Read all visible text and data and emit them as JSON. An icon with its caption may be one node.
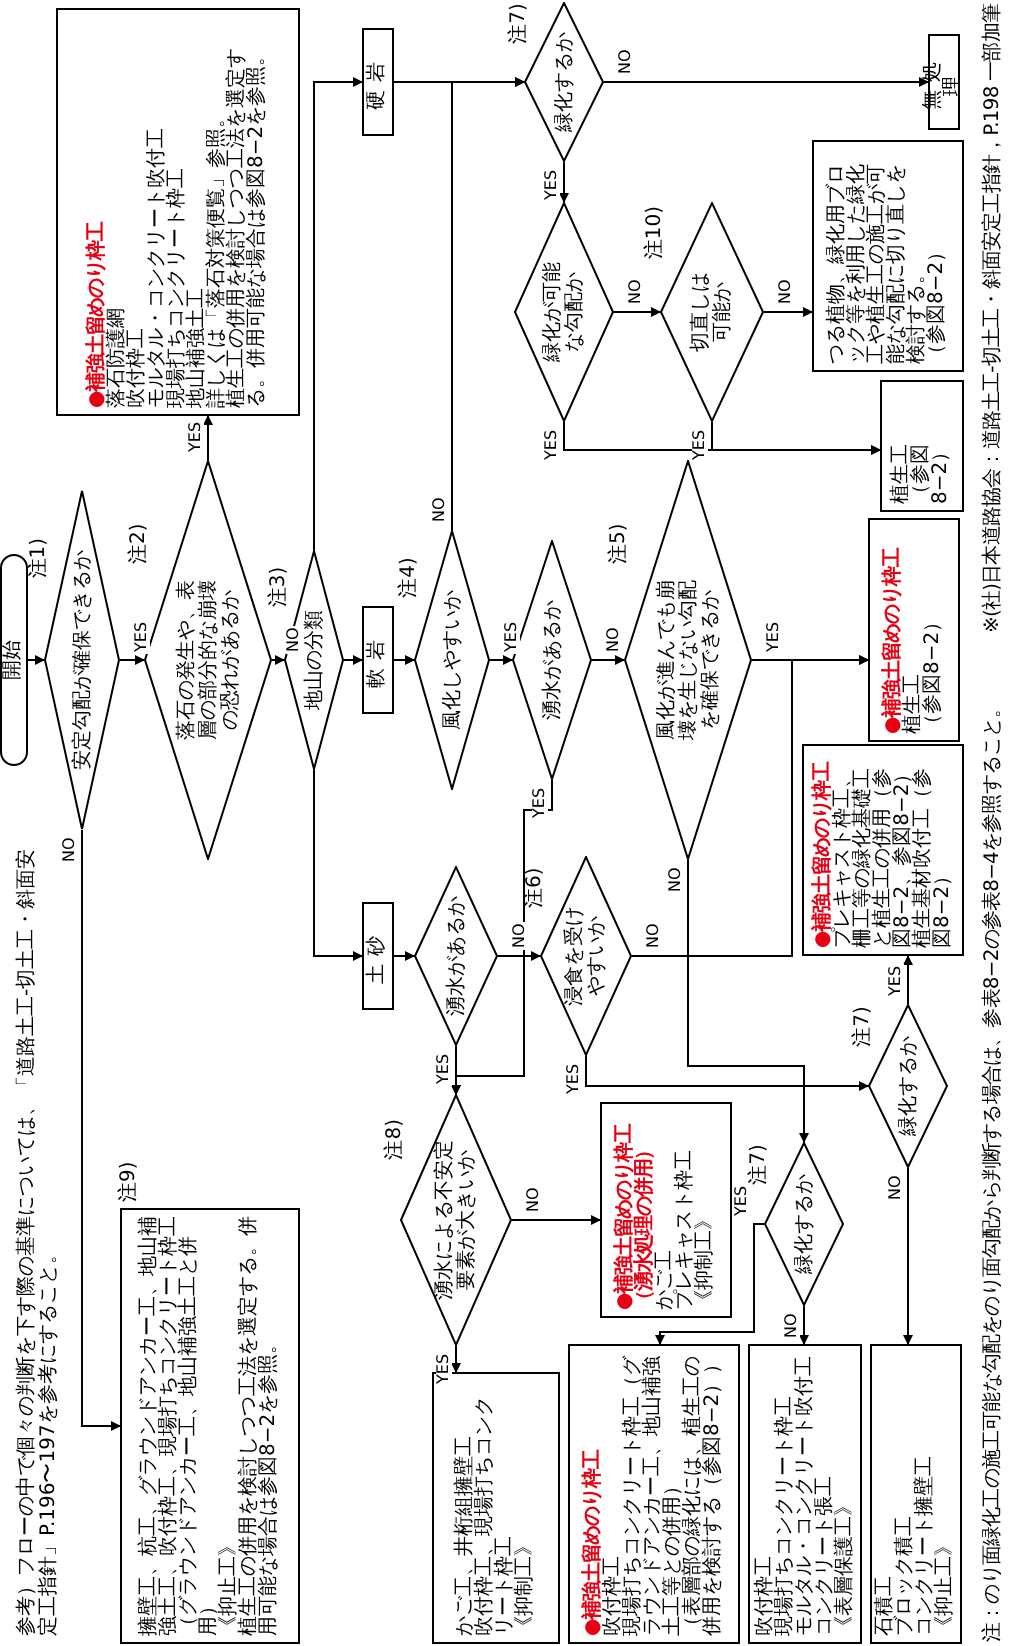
{
  "diagram": {
    "nodes": [
      {
        "text": [
          "開始"
        ]
      },
      {
        "text": [
          "安定勾配が確保できるか"
        ],
        "beside": [
          "注1)"
        ]
      },
      {
        "text": [
          "落石の発生や、表層の部分的な崩壊の恐れがあるか"
        ],
        "beside": [
          "注2)"
        ]
      },
      {
        "text": [
          "●補強土留めのり枠工",
          "落石防護網",
          "吹付枠工",
          "モルタル・コンクリート吹付工",
          "現場打ちコンクリート枠工",
          "地山補強土工",
          "詳しくは「落石対策便覧」参照。",
          "植生工の併用を検討しつつ工法を選定する。併用可能な場合は参図8−2を参照。"
        ]
      },
      {
        "text": [
          "擁壁工、杭工、グラウンドアンカー工、地山補強土工、吹付枠工、現場打ちコンクリート枠工",
          "（グラウンドアンカー工、地山補強土工と併用）",
          "《抑止工》",
          "植生工の併用を検討しつつ工法を選定する。併用可能な場合は参図8−2を参照。"
        ],
        "beside": [
          "注9)"
        ]
      },
      {
        "text": [
          "地山の分類"
        ],
        "beside": [
          "注3)"
        ]
      },
      {
        "text": [
          "硬岩"
        ]
      },
      {
        "text": [
          "軟岩"
        ]
      },
      {
        "text": [
          "土砂"
        ]
      },
      {
        "text": [
          "緑化するか"
        ],
        "beside": [
          "注7)"
        ]
      },
      {
        "text": [
          "緑化が可能な勾配か"
        ]
      },
      {
        "text": [
          "切直しは可能か"
        ],
        "beside": [
          "注10)"
        ]
      },
      {
        "text": [
          "無処理"
        ]
      },
      {
        "text": [
          "つる植物、緑化用ブロック等を利用した緑化工や植生工の施工が可能な勾配に切り直しを検討する。",
          "（参図8−2）"
        ]
      },
      {
        "text": [
          "植生工",
          "（参図8−2）"
        ]
      },
      {
        "text": [
          "風化しやすいか"
        ],
        "beside": [
          "注4)"
        ]
      },
      {
        "text": [
          "湧水があるか"
        ]
      },
      {
        "text": [
          "風化が進んでも崩壊を生じない勾配を確保できるか"
        ],
        "beside": [
          "注5)"
        ]
      },
      {
        "text": [
          "●補強土留めのり枠工",
          "植生工",
          "（参図8−2）"
        ]
      },
      {
        "text": [
          "湧水があるか"
        ]
      },
      {
        "text": [
          "湧水による不安定要素が大きいか"
        ],
        "beside": [
          "注8)"
        ]
      },
      {
        "text": [
          "浸食を受けやすいか"
        ],
        "beside": [
          "注6)"
        ]
      },
      {
        "text": [
          "かご工、井桁組擁壁工",
          "吹付枠工、現場打ちコンクリート枠工",
          "《抑制工》"
        ]
      },
      {
        "text": [
          "●補強土留めのり枠工",
          "（湧水処理の併用）",
          "かご工",
          "プレキャスト枠工",
          "《抑制工》"
        ]
      },
      {
        "text": [
          "緑化するか"
        ],
        "beside": [
          "注7)"
        ]
      },
      {
        "text": [
          "緑化するか"
        ],
        "beside": [
          "注7)"
        ]
      },
      {
        "text": [
          "●補強土留めのり枠工",
          "吹付枠工",
          "現場打ちコンクリート枠工（グラウンドアンカー工、地山補強土工等との併用）",
          "（表層部の緑化には、植生工の併用を検討する（参図8−2））"
        ]
      },
      {
        "text": [
          "吹付枠工",
          "現場打ちコンクリート枠工",
          "モルタル・コンクリート吹付工",
          "コンクリート張工",
          "《表層保護工》"
        ]
      },
      {
        "text": [
          "石積工",
          "ブロック積工",
          "コンクリート擁壁工",
          "《抑止工》"
        ]
      },
      {
        "text": [
          "●補強土留めのり枠工",
          "プレキャスト枠工、柵工等の緑化基礎工と植生工の併用（参図8−2、参図8−2）",
          "植生基材吹付工（参図8−2）"
        ]
      }
    ],
    "edges": [
      {
        "from": 0,
        "to": 1,
        "arrow": "to"
      },
      {
        "from": 1,
        "to": 4,
        "arrow": "to",
        "label": "NO"
      },
      {
        "from": 1,
        "to": 2,
        "arrow": "to",
        "label": "YES"
      },
      {
        "from": 2,
        "to": 3,
        "arrow": "to",
        "label": "YES"
      },
      {
        "from": 2,
        "to": 5,
        "arrow": "to",
        "label": "NO"
      },
      {
        "from": 5,
        "to": 6,
        "arrow": "to"
      },
      {
        "from": 5,
        "to": 7,
        "arrow": "to"
      },
      {
        "from": 5,
        "to": 8,
        "arrow": "to"
      },
      {
        "from": 6,
        "to": 9,
        "arrow": "to"
      },
      {
        "from": 9,
        "to": 12,
        "arrow": "to",
        "label": "NO"
      },
      {
        "from": 9,
        "to": 10,
        "arrow": "to",
        "label": "YES"
      },
      {
        "from": 10,
        "to": 14,
        "arrow": "to",
        "label": "YES"
      },
      {
        "from": 10,
        "to": 11,
        "arrow": "to",
        "label": "NO"
      },
      {
        "from": 11,
        "to": 14,
        "arrow": "to",
        "label": "YES"
      },
      {
        "from": 11,
        "to": 13,
        "arrow": "to",
        "label": "NO"
      },
      {
        "from": 7,
        "to": 15,
        "arrow": "to"
      },
      {
        "from": 15,
        "to": 9,
        "arrow": "to",
        "label": "NO"
      },
      {
        "from": 15,
        "to": 16,
        "arrow": "to",
        "label": "YES"
      },
      {
        "from": 16,
        "to": 17,
        "arrow": "to",
        "label": "NO"
      },
      {
        "from": 16,
        "to": 20,
        "arrow": "to",
        "label": "YES"
      },
      {
        "from": 17,
        "to": 18,
        "arrow": "to",
        "label": "YES"
      },
      {
        "from": 17,
        "to": 24,
        "arrow": "to",
        "label": "NO"
      },
      {
        "from": 8,
        "to": 19,
        "arrow": "to"
      },
      {
        "from": 19,
        "to": 20,
        "arrow": "to",
        "label": "YES"
      },
      {
        "from": 19,
        "to": 21,
        "arrow": "to",
        "label": "NO"
      },
      {
        "from": 21,
        "to": 18,
        "arrow": "to",
        "label": "NO"
      },
      {
        "from": 21,
        "to": 25,
        "arrow": "to",
        "label": "YES"
      },
      {
        "from": 20,
        "to": 22,
        "arrow": "to",
        "label": "YES"
      },
      {
        "from": 20,
        "to": 23,
        "arrow": "to",
        "label": "NO"
      },
      {
        "from": 24,
        "to": 26,
        "arrow": "to",
        "label": "YES"
      },
      {
        "from": 24,
        "to": 27,
        "arrow": "to",
        "label": "NO"
      },
      {
        "from": 25,
        "to": 29,
        "arrow": "to",
        "label": "YES"
      },
      {
        "from": 25,
        "to": 28,
        "arrow": "to",
        "label": "NO"
      }
    ],
    "labels": [
      "参考）フローの中で個々の判断を下す際の基準については、「道路土工-切土工・斜面安定工指針」P.196〜197を参考にすること。",
      "注：のり面緑化工の施工可能な勾配をのり面勾配から判断する場合は、参表8−2の参表8−4を参照すること。",
      "※(社)日本道路協会：道路土工-切土工・斜面安定工指針，P.198 一部加筆"
    ]
  }
}
